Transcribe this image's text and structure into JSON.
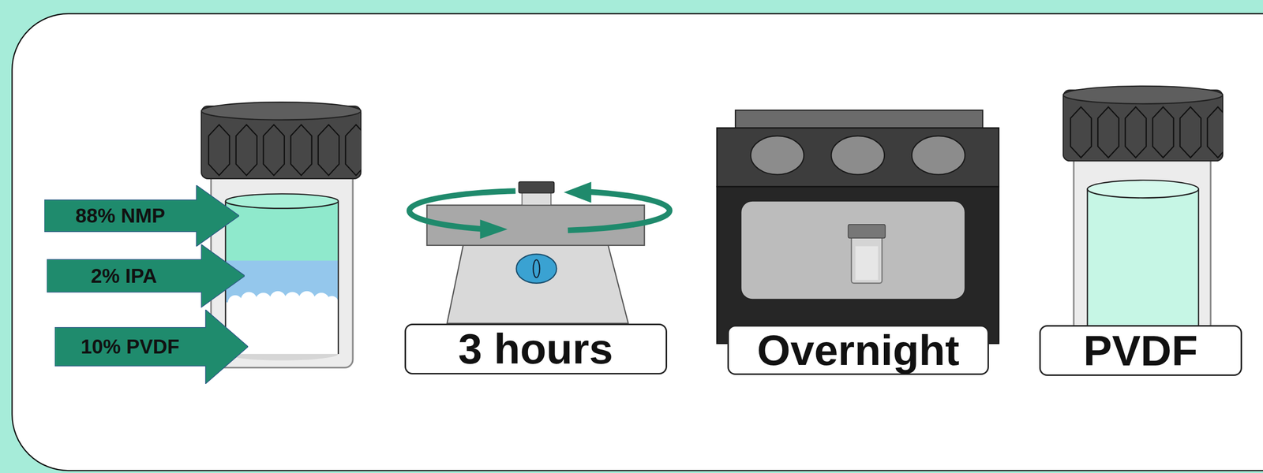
{
  "diagram": {
    "nodes": [
      {
        "text": [
          "88% NMP"
        ]
      },
      {
        "text": [
          "2% IPA"
        ]
      },
      {
        "text": [
          "10% PVDF"
        ]
      },
      {
        "text": [
          "3 hours"
        ]
      },
      {
        "text": [
          "Overnight"
        ]
      },
      {
        "text": [
          "PVDF"
        ]
      }
    ]
  }
}
